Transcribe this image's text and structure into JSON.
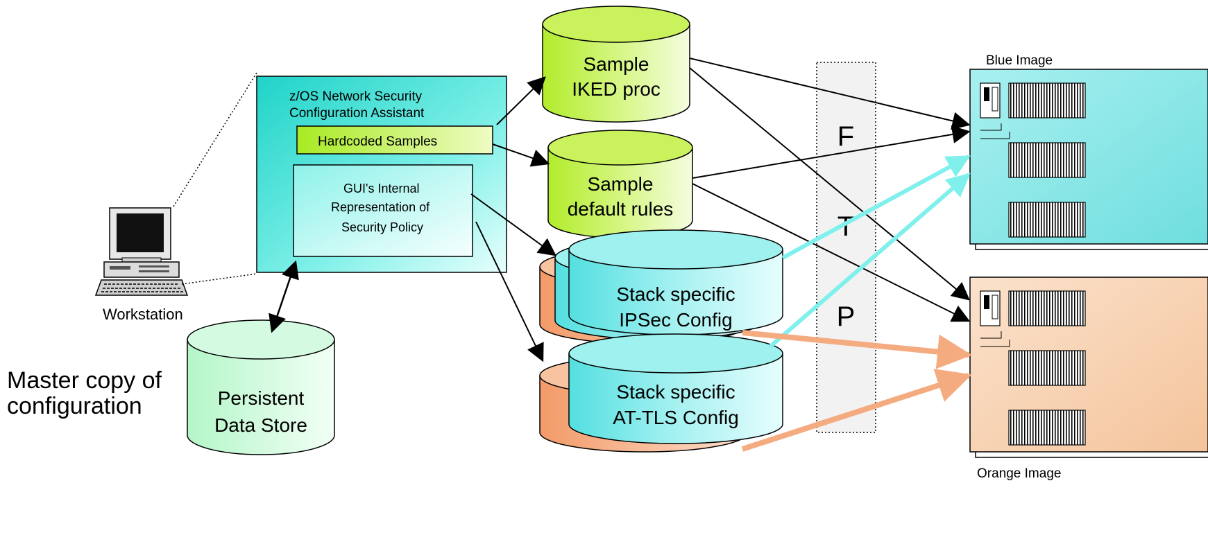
{
  "workstation": {
    "label": "Workstation"
  },
  "master_copy": {
    "line1": "Master copy of",
    "line2": "configuration"
  },
  "assistant": {
    "title_line1": "z/OS Network Security",
    "title_line2": "Configuration Assistant",
    "hardcoded_label": "Hardcoded Samples",
    "internal_line1": "GUI's Internal",
    "internal_line2": "Representation of",
    "internal_line3": "Security Policy"
  },
  "persistent_store": {
    "line1": "Persistent",
    "line2": "Data Store"
  },
  "sample_iked": {
    "line1": "Sample",
    "line2": "IKED proc"
  },
  "sample_default": {
    "line1": "Sample",
    "line2": "default rules"
  },
  "ipsec": {
    "line1": "Stack specific",
    "line2": "IPSec Config"
  },
  "attls": {
    "line1": "Stack specific",
    "line2": "AT-TLS Config"
  },
  "ftp": {
    "f": "F",
    "t": "T",
    "p": "P"
  },
  "blue_image": {
    "label": "Blue Image"
  },
  "orange_image": {
    "label": "Orange Image"
  },
  "colors": {
    "teal": "#33e0d6",
    "green": "#b8ef3a",
    "salmon": "#f2a97a",
    "light_blue": "#a8f4f0",
    "blue_server": "#a6eef0",
    "orange_server": "#f7d3b4"
  }
}
